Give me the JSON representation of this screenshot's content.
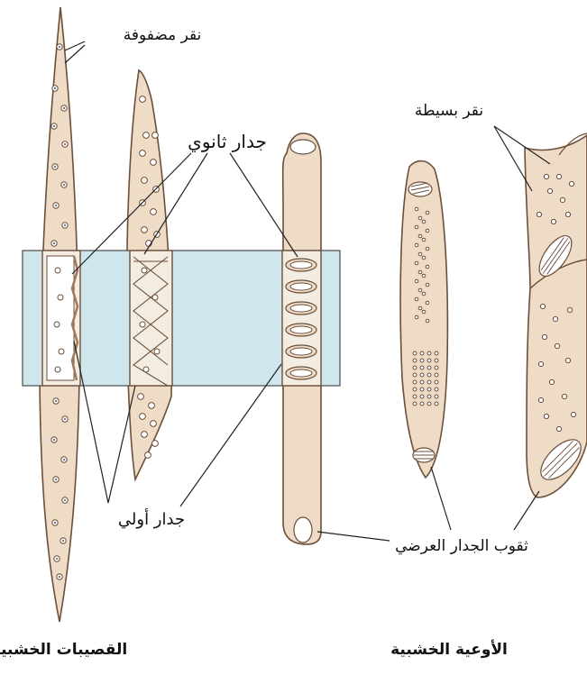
{
  "labels": {
    "bordered_pits": "نقر مضفوفة",
    "secondary_wall": "جدار ثانوي",
    "simple_pits": "نقر بسيطة",
    "primary_wall": "جدار أولي",
    "end_wall_perforations": "ثقوب الجدار العرضي",
    "tracheids_title": "القصيبات الخشبية",
    "vessels_title": "الأوعية الخشبية"
  },
  "colors": {
    "cell_fill": "#eedcc7",
    "cell_stroke": "#6b4f3a",
    "band_fill": "#cfe7ec",
    "band_stroke": "#4a4a4a",
    "pit_fill": "#ffffff",
    "leader": "#222222"
  }
}
